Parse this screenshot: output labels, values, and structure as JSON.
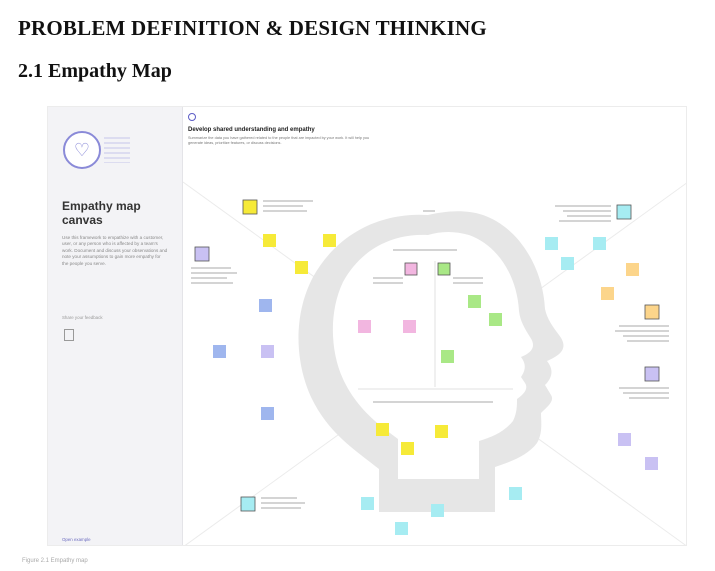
{
  "heading_main": "PROBLEM DEFINITION & DESIGN THINKING",
  "heading_sub": "2.1 Empathy Map",
  "figure": {
    "sidebar": {
      "title": "Empathy map canvas",
      "description": "Use this framework to empathize with a customer, user, or any person who is affected by a team's work. Document and discuss your observations and note your assumptions to gain more empathy for the people you serve.",
      "share_note": "Share your feedback",
      "footer_link": "Open example"
    },
    "main": {
      "title": "Develop shared understanding and empathy",
      "description": "Summarize the data you have gathered related to the people that are impacted by your work. It will help you generate ideas, prioritize features, or discuss decisions."
    },
    "colors": {
      "yellow": "#f6ea38",
      "green": "#a9e886",
      "pink": "#f2b6e0",
      "lavender": "#c9c1f3",
      "blue": "#9fb6ee",
      "cyan": "#a6ecf2",
      "orange": "#fcd58b",
      "head": "#e5e5e5"
    }
  },
  "caption": "Figure 2.1 Empathy map"
}
